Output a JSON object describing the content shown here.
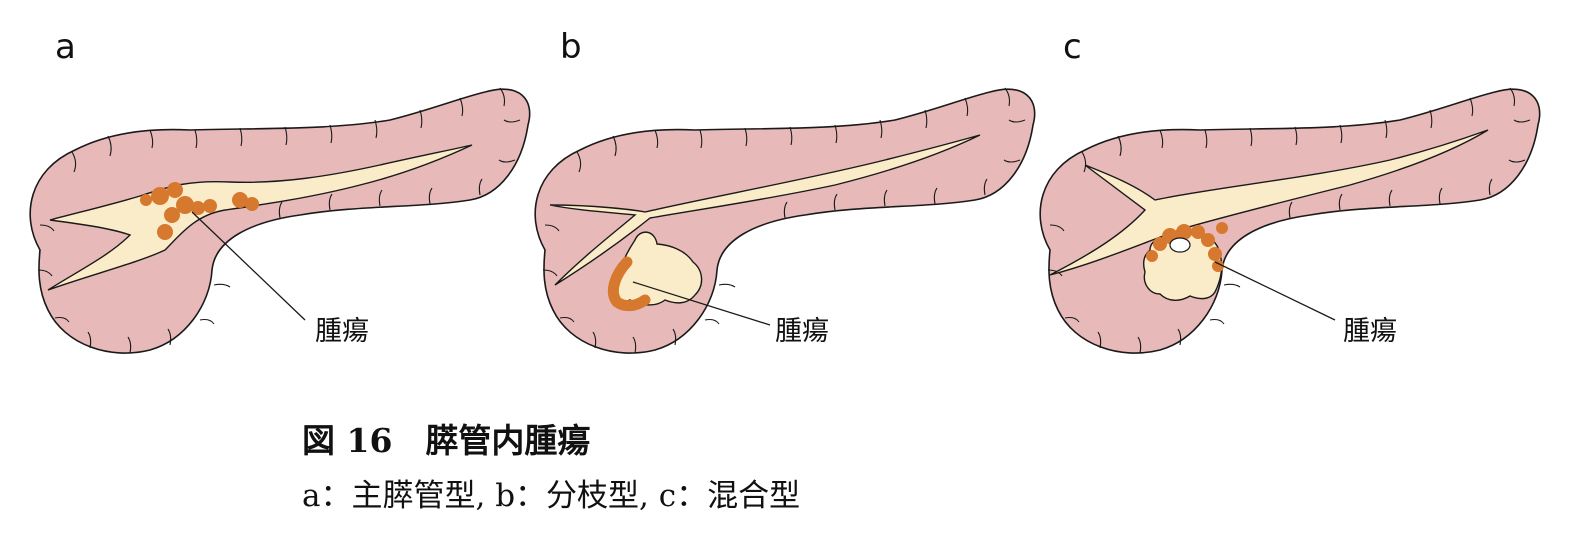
{
  "panels": [
    {
      "letter": "a",
      "tumor_label": "腫瘍"
    },
    {
      "letter": "b",
      "tumor_label": "腫瘍"
    },
    {
      "letter": "c",
      "tumor_label": "腫瘍"
    }
  ],
  "caption": {
    "title": "図 16　膵管内腫瘍",
    "subtitle": "a：主膵管型,  b：分枝型,  c：混合型"
  },
  "colors": {
    "pancreas": "#e8b9b9",
    "duct": "#fbecc9",
    "tumor": "#d6782e",
    "outline": "#1a1a1a"
  }
}
